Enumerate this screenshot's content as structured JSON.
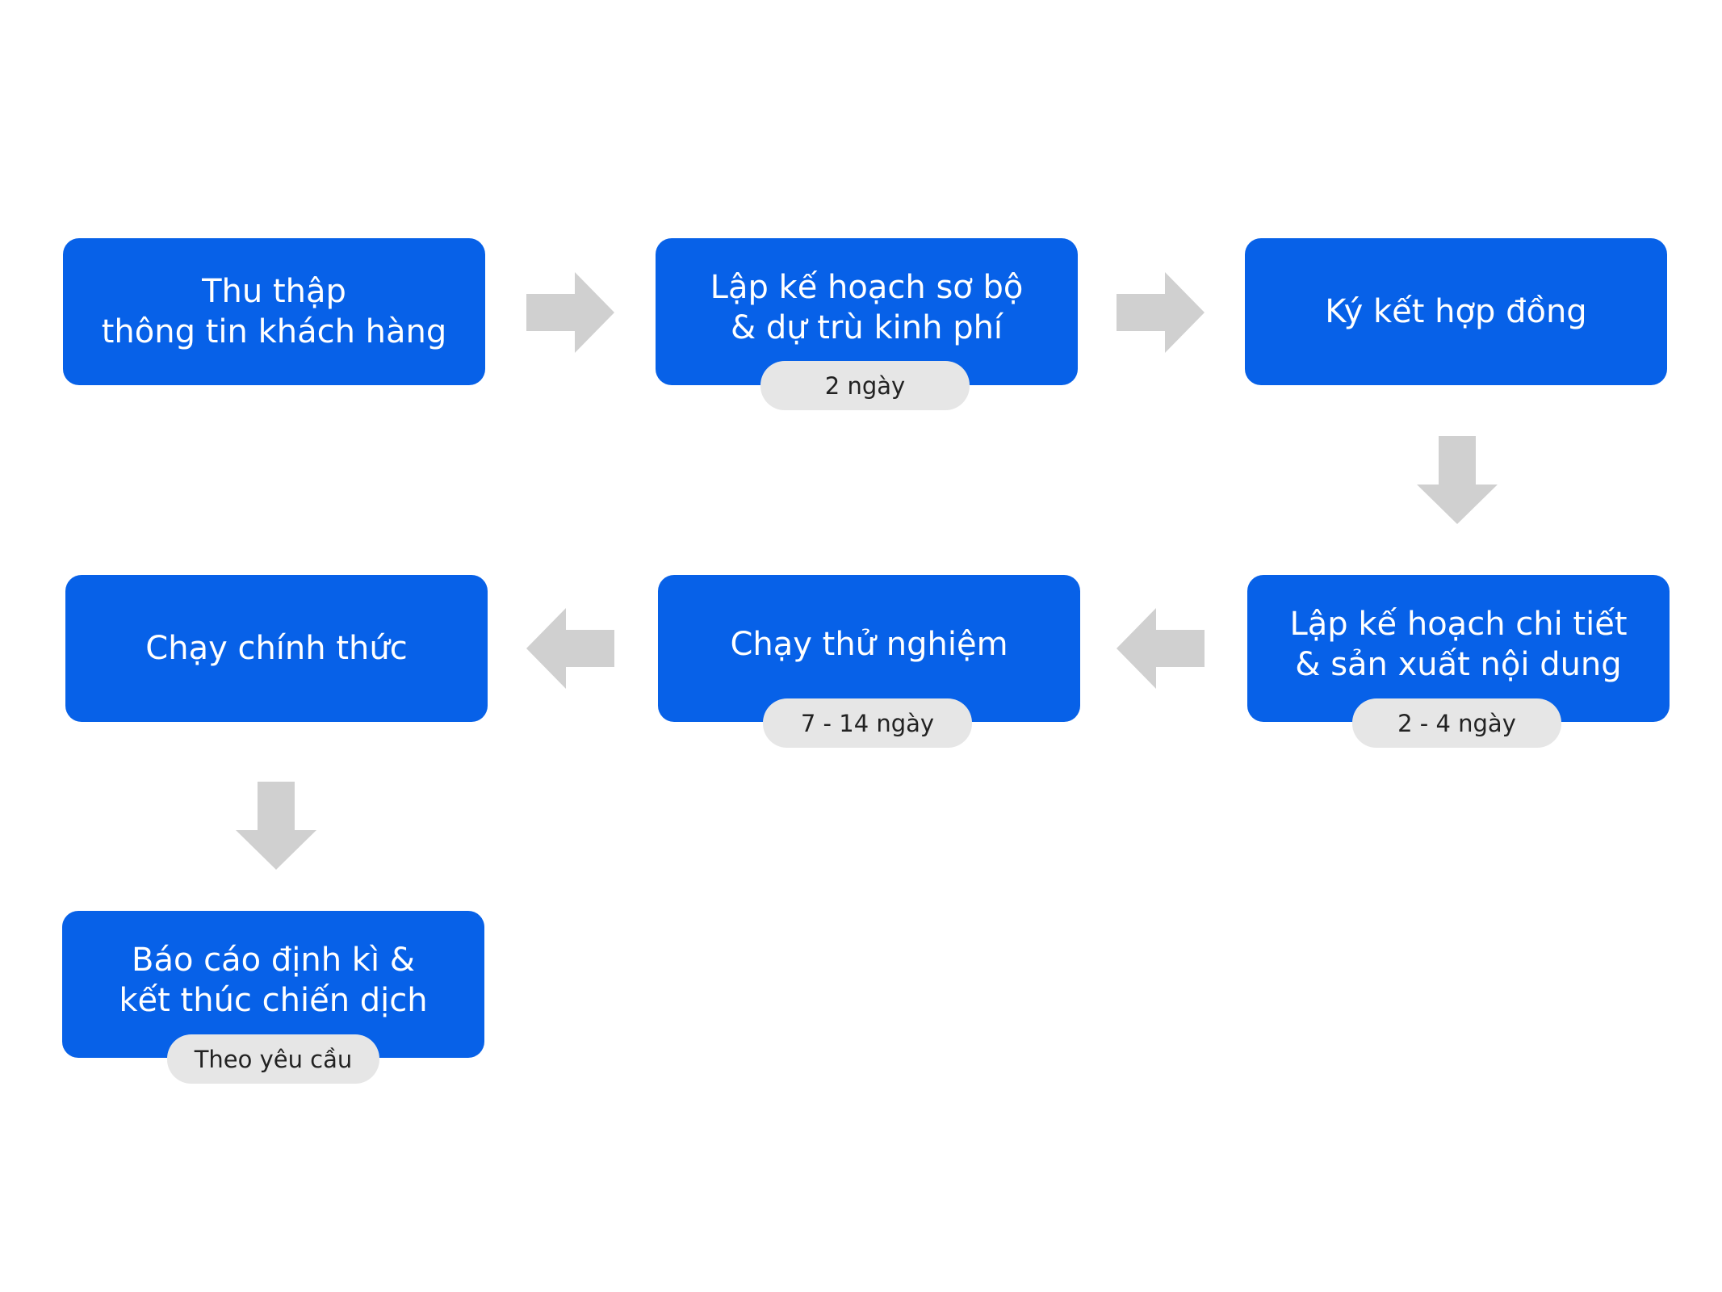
{
  "colors": {
    "box": "#0761E8",
    "pill": "#E6E6E6",
    "arrow": "#D0D0D0",
    "text": "#FFFFFF",
    "pill_text": "#222222"
  },
  "steps": [
    {
      "label": "Thu thập\nthông tin khách hàng",
      "duration": ""
    },
    {
      "label": "Lập kế hoạch sơ bộ\n& dự trù kinh phí",
      "duration": "2 ngày"
    },
    {
      "label": "Ký kết hợp đồng",
      "duration": ""
    },
    {
      "label": "Lập kế hoạch chi tiết\n& sản xuất nội dung",
      "duration": "2 - 4 ngày"
    },
    {
      "label": "Chạy thử nghiệm",
      "duration": "7 - 14 ngày"
    },
    {
      "label": "Chạy chính thức",
      "duration": ""
    },
    {
      "label": "Báo cáo định kì &\nkết thúc chiến dịch",
      "duration": "Theo yêu cầu"
    }
  ],
  "arrows": [
    {
      "from": "step-1",
      "to": "step-2",
      "direction": "right"
    },
    {
      "from": "step-2",
      "to": "step-3",
      "direction": "right"
    },
    {
      "from": "step-3",
      "to": "step-4",
      "direction": "down"
    },
    {
      "from": "step-4",
      "to": "step-5",
      "direction": "left"
    },
    {
      "from": "step-5",
      "to": "step-6",
      "direction": "left"
    },
    {
      "from": "step-6",
      "to": "step-7",
      "direction": "down"
    }
  ]
}
